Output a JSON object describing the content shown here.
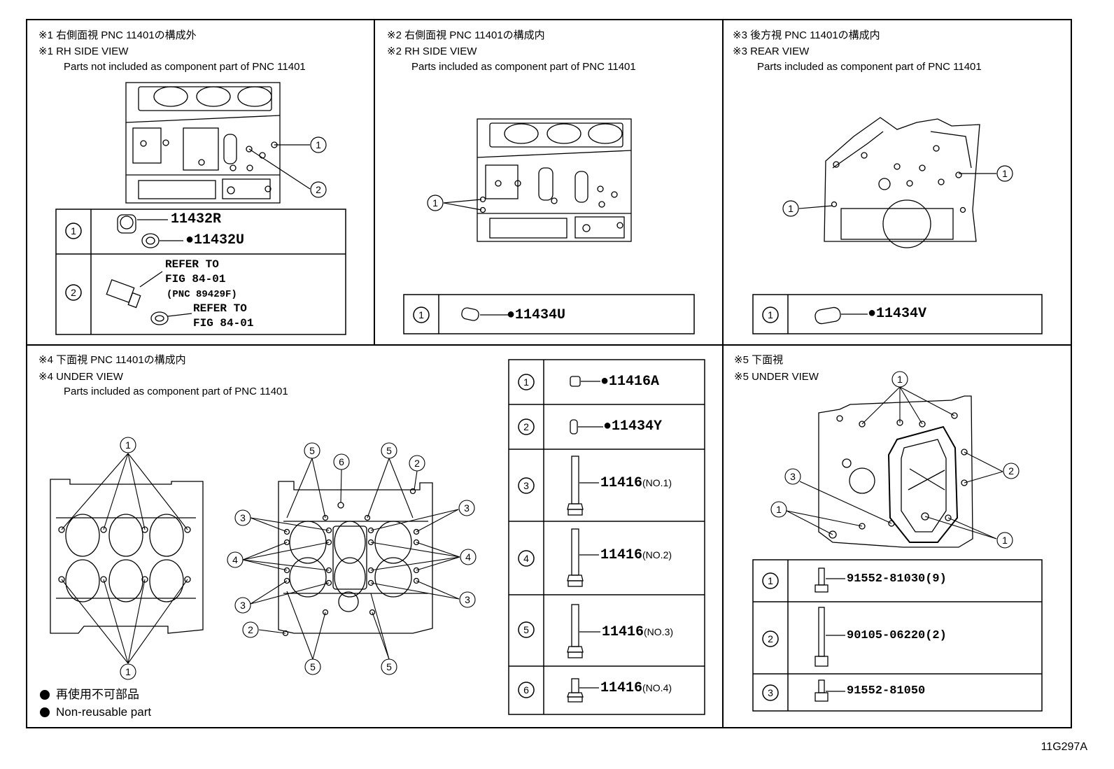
{
  "panels": [
    {
      "id": "p1",
      "title_jp": "※1 右側面視  PNC 11401の構成外",
      "title_en": "※1 RH SIDE VIEW",
      "subtitle": "Parts not included as component part of PNC 11401",
      "rows": [
        {
          "num": "1",
          "parts": [
            "11432R",
            "●11432U"
          ]
        },
        {
          "num": "2",
          "parts": [
            "REFER TO",
            "FIG 84-01",
            "(PNC 89429F)",
            "REFER TO",
            "FIG 84-01"
          ]
        }
      ]
    },
    {
      "id": "p2",
      "title_jp": "※2 右側面視  PNC 11401の構成内",
      "title_en": "※2 RH SIDE VIEW",
      "subtitle": "Parts included as component part of PNC 11401",
      "rows": [
        {
          "num": "1",
          "parts": [
            "●11434U"
          ]
        }
      ]
    },
    {
      "id": "p3",
      "title_jp": "※3 後方視  PNC 11401の構成内",
      "title_en": "※3 REAR VIEW",
      "subtitle": "Parts included as component part of PNC 11401",
      "rows": [
        {
          "num": "1",
          "parts": [
            "●11434V"
          ]
        }
      ]
    },
    {
      "id": "p4",
      "title_jp": "※4 下面視  PNC 11401の構成内",
      "title_en": "※4 UNDER VIEW",
      "subtitle": "Parts included as component part of PNC 11401",
      "rows": [
        {
          "num": "1",
          "part": "●11416A",
          "note": ""
        },
        {
          "num": "2",
          "part": "●11434Y",
          "note": ""
        },
        {
          "num": "3",
          "part": "11416",
          "note": "(NO.1)"
        },
        {
          "num": "4",
          "part": "11416",
          "note": "(NO.2)"
        },
        {
          "num": "5",
          "part": "11416",
          "note": "(NO.3)"
        },
        {
          "num": "6",
          "part": "11416",
          "note": "(NO.4)"
        }
      ],
      "legend": [
        "再使用不可部品",
        "Non-reusable part"
      ]
    },
    {
      "id": "p5",
      "title_jp": "※5 下面視",
      "title_en": "※5 UNDER VIEW",
      "rows": [
        {
          "num": "1",
          "part": "91552-81030(9)"
        },
        {
          "num": "2",
          "part": "90105-06220(2)"
        },
        {
          "num": "3",
          "part": "91552-81050"
        }
      ]
    }
  ],
  "figure_id": "11G297A",
  "colors": {
    "line": "#000000",
    "background": "#ffffff"
  }
}
